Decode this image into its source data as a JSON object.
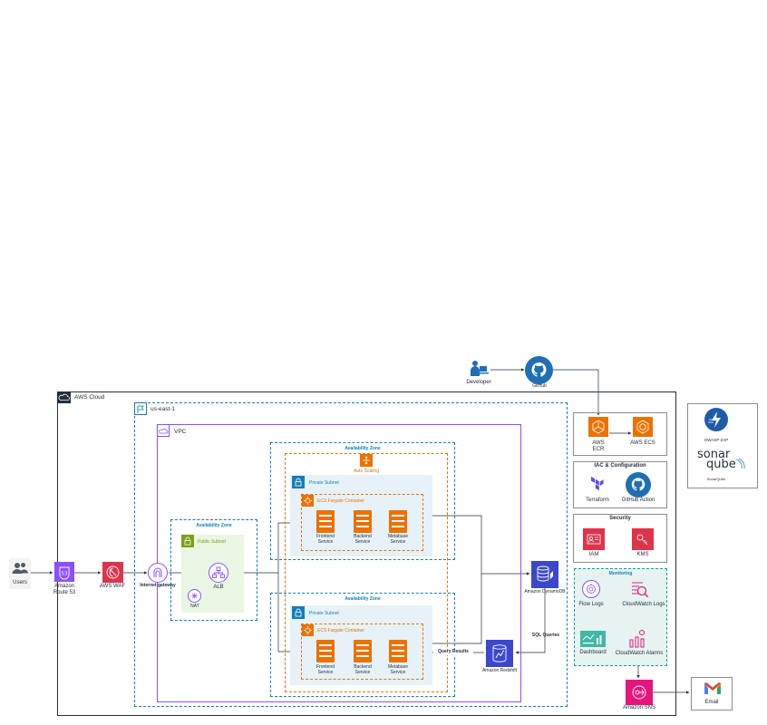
{
  "developer": {
    "label": "Developer"
  },
  "github": {
    "label": "GitHub"
  },
  "users": {
    "label": "Users"
  },
  "aws_cloud": {
    "label": "AWS Cloud"
  },
  "region": {
    "label": "us-east-1"
  },
  "vpc": {
    "label": "VPC"
  },
  "route53": {
    "label": "Amazon\nRoute 53"
  },
  "waf": {
    "label": "AWS WAF"
  },
  "igw": {
    "label": "Internet gateway"
  },
  "az_public": {
    "title": "Availability Zone",
    "subnet": "Public Subnet",
    "alb": "ALB",
    "nat": "NAT"
  },
  "az_top": {
    "title": "Availability Zone",
    "autoscaling": "Auto Scaling",
    "subnet": "Private Subnet",
    "container": "ECS Fargate Container",
    "services": [
      "Frontend\nService",
      "Backend\nService",
      "Metabase\nService"
    ]
  },
  "az_bottom": {
    "title": "Availability Zone",
    "subnet": "Private Subnet",
    "container": "ECS Fargate Container",
    "services": [
      "Frontend\nService",
      "Backend\nService",
      "Metabase\nService"
    ]
  },
  "dynamodb": {
    "label": "Amazon DynamoDB"
  },
  "redshift": {
    "label": "Amazon Redshift"
  },
  "edges": {
    "sql_queries": "SQL Queries",
    "query_results": "Query Results"
  },
  "registry": {
    "ecr": "AWS\nECR",
    "ecs": "AWS ECS"
  },
  "iac": {
    "title": "IAC & Configuration",
    "terraform": "Terraform",
    "github_action": "GitHub Action"
  },
  "security": {
    "title": "Security",
    "iam": "IAM",
    "kms": "KMS"
  },
  "monitoring": {
    "title": "Monitoring",
    "flow_logs": "Flow Logs",
    "cloudwatch_logs": "CloudWatch Logs",
    "dashboard": "Dashboard",
    "cloudwatch_alarms": "CloudWatch Alarms"
  },
  "sns": {
    "label": "Amazon SNS"
  },
  "email": {
    "label": "Email"
  },
  "tools": {
    "owasp": "OWASP ZAP",
    "sonar_word1": "sonar",
    "sonar_word2": "qube",
    "sonar_caption": "SonarQube"
  },
  "colors": {
    "aws_orange": "#ed7100",
    "aws_purple": "#8c4fff",
    "aws_red": "#dd344c",
    "aws_pink": "#e7157b",
    "aws_green": "#7aa116",
    "aws_blue": "#147eba",
    "dark_navy": "#232f3e"
  }
}
